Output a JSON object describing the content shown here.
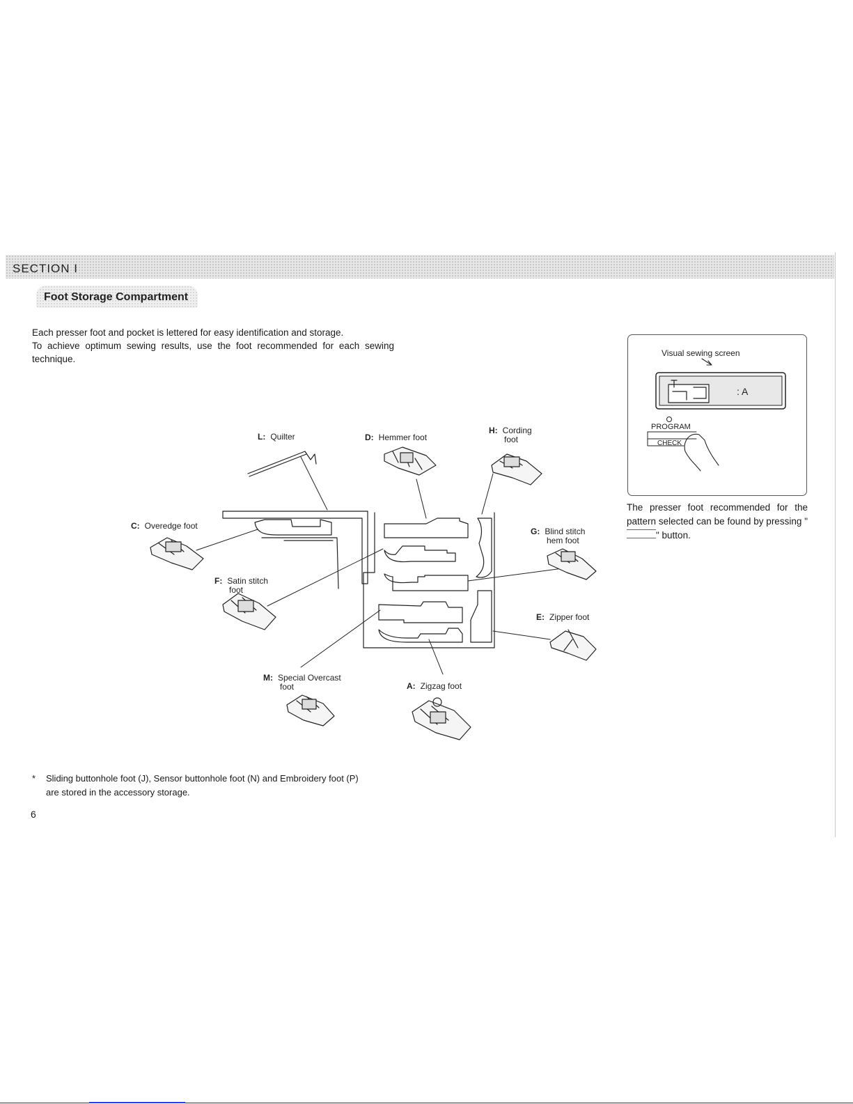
{
  "section": {
    "title": "SECTION  I"
  },
  "heading": "Foot Storage Compartment",
  "intro": {
    "line1": "Each presser foot and pocket is lettered for easy identification and storage.",
    "line2": "To achieve optimum sewing results, use the foot recommended for each sewing technique."
  },
  "feet": {
    "L": {
      "letter": "L:",
      "name": "Quilter"
    },
    "D": {
      "letter": "D:",
      "name": "Hemmer foot"
    },
    "H": {
      "letter": "H:",
      "name1": "Cording",
      "name2": "foot"
    },
    "C": {
      "letter": "C:",
      "name": "Overedge foot"
    },
    "G": {
      "letter": "G:",
      "name1": "Blind stitch",
      "name2": "hem foot"
    },
    "F": {
      "letter": "F:",
      "name1": "Satin stitch",
      "name2": "foot"
    },
    "E": {
      "letter": "E:",
      "name": "Zipper foot"
    },
    "M": {
      "letter": "M:",
      "name1": "Special Overcast",
      "name2": "foot"
    },
    "A": {
      "letter": "A:",
      "name": "Zigzag foot"
    }
  },
  "panel": {
    "title": "Visual sewing screen",
    "screen_value": ": A",
    "program_label": "PROGRAM",
    "check_label": "CHECK"
  },
  "note": {
    "text1": "The presser foot recommended for the pattern selected can be found by pressing \"",
    "text2": "\" button."
  },
  "footnote": {
    "star": "*",
    "line1": "Sliding buttonhole foot (J), Sensor buttonhole foot (N) and Embroidery foot (P)",
    "line2": "are stored in the accessory storage."
  },
  "page_number": "6"
}
